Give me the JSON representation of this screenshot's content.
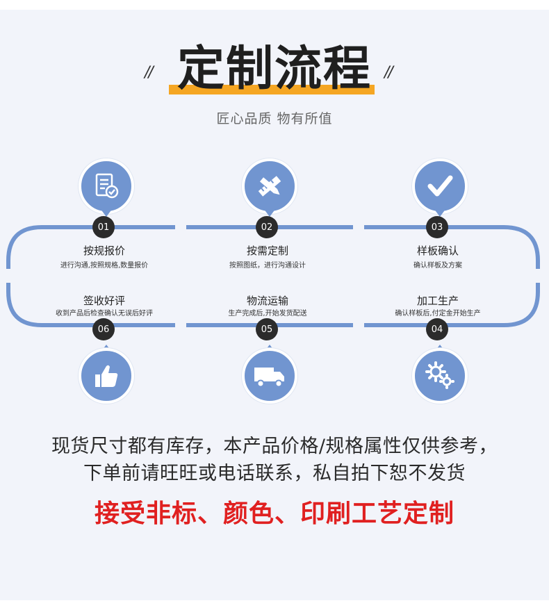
{
  "header": {
    "title": "定制流程",
    "slash_left": "//",
    "slash_right": "//",
    "subtitle": "匠心品质 物有所值"
  },
  "steps": [
    {
      "num": "01",
      "title": "按规报价",
      "desc": "进行沟通,按照规格,数量报价",
      "icon": "document-check-icon"
    },
    {
      "num": "02",
      "title": "按需定制",
      "desc": "按照图纸，进行沟通设计",
      "icon": "pencil-ruler-icon"
    },
    {
      "num": "03",
      "title": "样板确认",
      "desc": "确认样板及方案",
      "icon": "checkmark-icon"
    },
    {
      "num": "04",
      "title": "加工生产",
      "desc": "确认样板后,付定金开始生产",
      "icon": "gears-icon"
    },
    {
      "num": "05",
      "title": "物流运输",
      "desc": "生产完成后,开始发货配送",
      "icon": "truck-icon"
    },
    {
      "num": "06",
      "title": "签收好评",
      "desc": "收到产品后检查确认无误后好评",
      "icon": "thumbs-up-icon"
    }
  ],
  "notes": {
    "line1": "现货尺寸都有库存，本产品价格/规格属性仅供参考，",
    "line2": "下单前请旺旺或电话联系，私自拍下恕不发货",
    "highlight": "接受非标、颜色、印刷工艺定制"
  },
  "colors": {
    "accent_blue": "#7195d0",
    "title_underline": "#f5a623",
    "highlight_red": "#e02020"
  }
}
